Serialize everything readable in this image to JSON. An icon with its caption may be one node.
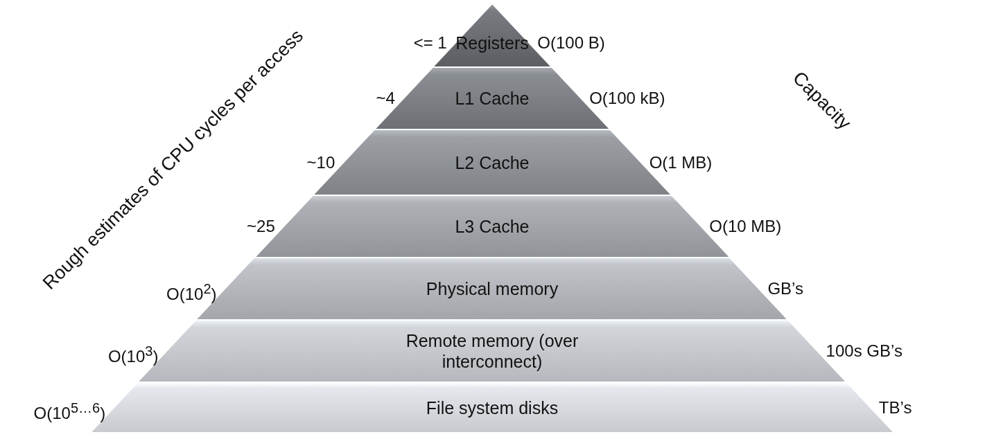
{
  "diagram": {
    "nodes": [
      {
        "text": [
          "Registers"
        ],
        "beside": [
          "<= 1",
          "O(100 B)"
        ]
      },
      {
        "text": [
          "L1 Cache"
        ],
        "beside": [
          "~4",
          "O(100 kB)"
        ]
      },
      {
        "text": [
          "L2 Cache"
        ],
        "beside": [
          "~10",
          "O(1 MB)"
        ]
      },
      {
        "text": [
          "L3 Cache"
        ],
        "beside": [
          "~25",
          "O(10 MB)"
        ]
      },
      {
        "text": [
          "Physical memory"
        ],
        "beside": [
          "O(10$^{2}$)",
          "GB’s"
        ]
      },
      {
        "text": [
          "Remote memory (over interconnect)"
        ],
        "beside": [
          "O(10$^{3}$)",
          "100s GB’s"
        ]
      },
      {
        "text": [
          "File system disks"
        ],
        "beside": [
          "O(10$^{5…6}$)",
          "TB’s"
        ]
      }
    ],
    "edges": [],
    "labels": [
      "Rough estimates of CPU cycles per access",
      "Capacity"
    ]
  }
}
